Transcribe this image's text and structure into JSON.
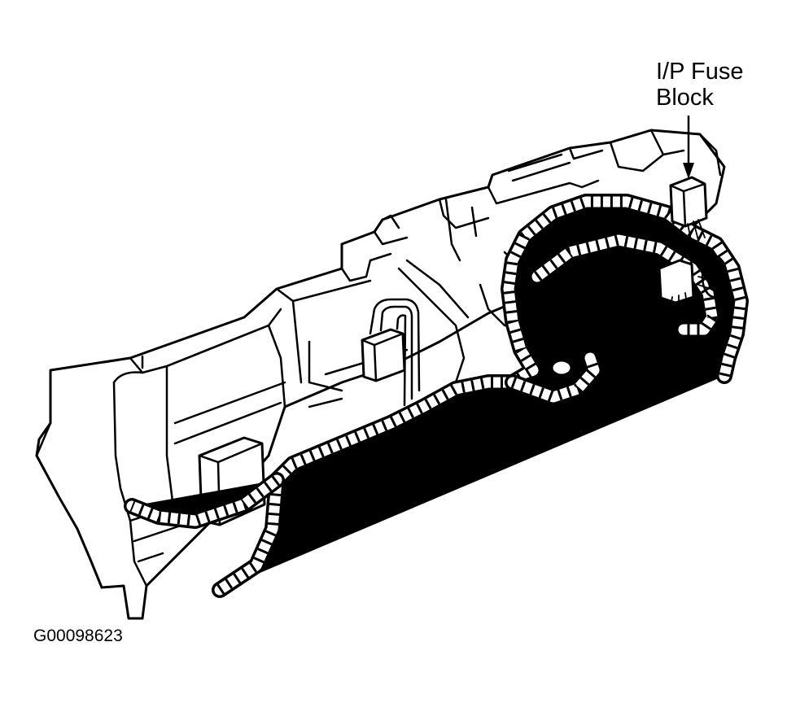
{
  "callout": {
    "line1": "I/P Fuse",
    "line2": "Block"
  },
  "figure_id": "G00098623"
}
